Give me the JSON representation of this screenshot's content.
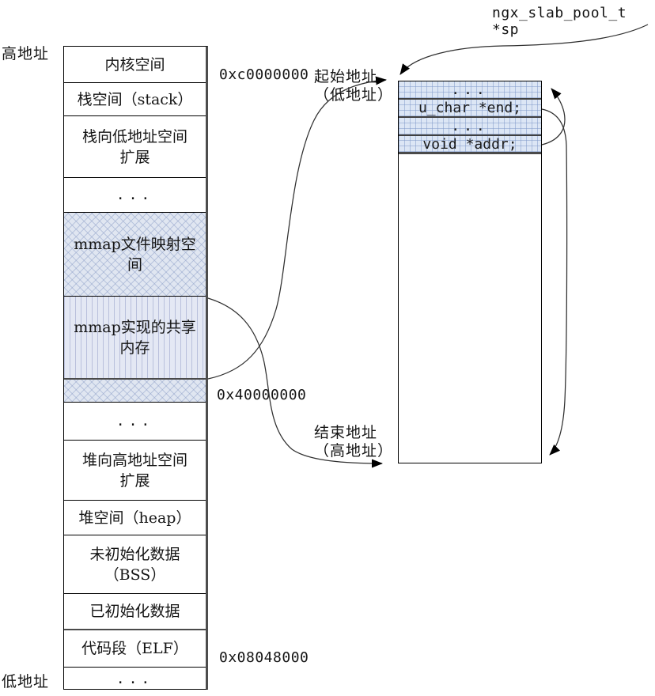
{
  "labels": {
    "high_address": "高地址",
    "low_address": "低地址"
  },
  "addresses": [
    {
      "value": "0xc0000000"
    },
    {
      "value": "0x40000000"
    },
    {
      "value": "0x08048000"
    }
  ],
  "memory": {
    "rows": [
      {
        "text": "内核空间"
      },
      {
        "text": "栈空间（stack）"
      },
      {
        "text": "栈向低地址空间\n扩展"
      },
      {
        "text": "..."
      },
      {
        "text": "mmap文件映射空\n间"
      },
      {
        "text": "mmap实现的共享\n内存"
      },
      {
        "text": ""
      },
      {
        "text": "..."
      },
      {
        "text": "堆向高地址空间\n扩展"
      },
      {
        "text": "堆空间（heap）"
      },
      {
        "text": "未初始化数据\n（BSS）"
      },
      {
        "text": "已初始化数据"
      },
      {
        "text": "代码段（ELF）"
      },
      {
        "text": "..."
      }
    ]
  },
  "pool": {
    "pointer_label": "ngx_slab_pool_t *sp",
    "start_label": "起始地址\n（低地址）",
    "end_label": "结束地址\n（高地址）",
    "rows": [
      {
        "text": "..."
      },
      {
        "text": "u_char *end;"
      },
      {
        "text": "..."
      },
      {
        "text": "void *addr;"
      }
    ]
  }
}
